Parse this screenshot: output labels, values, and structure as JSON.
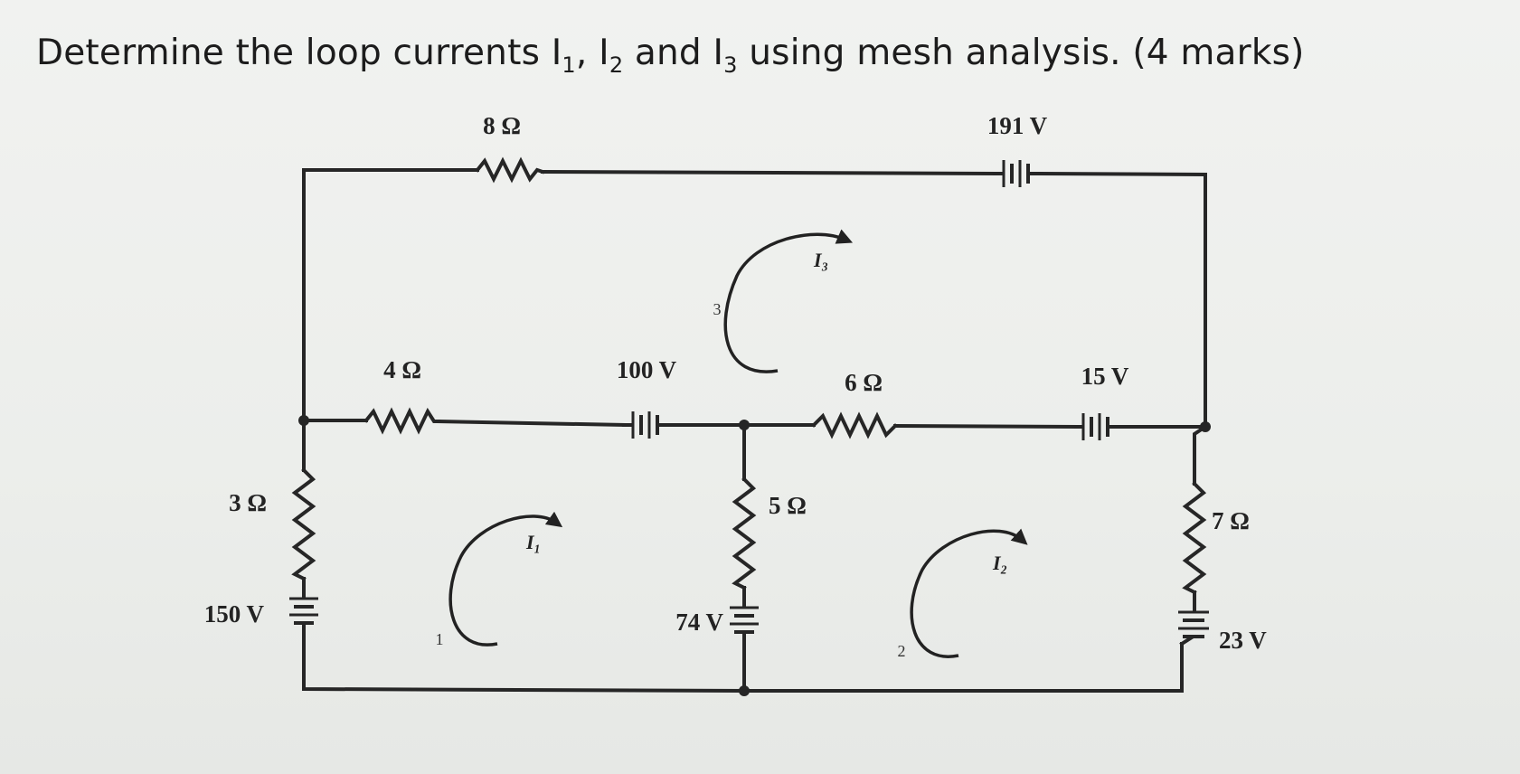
{
  "question": {
    "prefix": "Determine the loop currents I",
    "sub1": "1",
    "mid1": ", I",
    "sub2": "2",
    "mid2": " and I",
    "sub3": "3",
    "suffix": " using mesh analysis.  (4 marks)"
  },
  "components": {
    "r_top": "8 Ω",
    "v_top": "191 V",
    "r_mid_left": "4 Ω",
    "v_mid_left": "100 V",
    "r_mid_right": "6 Ω",
    "v_mid_right": "15 V",
    "r_left": "3 Ω",
    "v_left": "150 V",
    "r_center": "5 Ω",
    "v_center": "74 V",
    "r_right": "7 Ω",
    "v_right": "23 V"
  },
  "meshes": {
    "mesh1_current": "I₁",
    "mesh1_number": "1",
    "mesh2_current": "I₂",
    "mesh2_number": "2",
    "mesh3_current": "I₃",
    "mesh3_number": "3"
  }
}
